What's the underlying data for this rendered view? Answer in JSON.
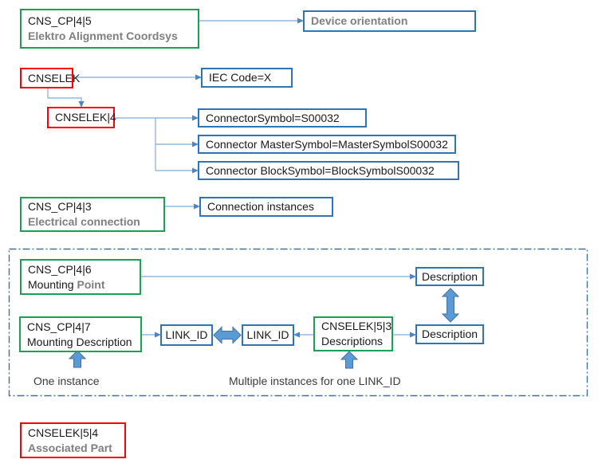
{
  "colors": {
    "green_border": "#17a353",
    "red_border": "#fe0000",
    "blue_border": "#2e75b6",
    "connector_line": "#93b9e0",
    "arrowhead": "#4a86c8",
    "thick_arrow_fill": "#5b9bd5",
    "thick_arrow_stroke": "#41719c",
    "gray_text": "#7f7f7f"
  },
  "nodes": {
    "coordsys": {
      "line1": "CNS_CP|4|5",
      "line2": "Elektro Alignment Coordsys"
    },
    "device_orientation": {
      "label": "Device orientation"
    },
    "cnselek": {
      "label": "CNSELEK"
    },
    "iec_code": {
      "label": "IEC Code=X"
    },
    "cnselek4": {
      "label": "CNSELEK|4"
    },
    "connector_symbol": {
      "label": "ConnectorSymbol=S00032"
    },
    "connector_master_symbol": {
      "label": "Connector MasterSymbol=MasterSymbolS00032"
    },
    "connector_block_symbol": {
      "label": "Connector BlockSymbol=BlockSymbolS00032"
    },
    "electrical_connection": {
      "line1": "CNS_CP|4|3",
      "line2": "Electrical connection"
    },
    "connection_instances": {
      "label": "Connection instances"
    },
    "mounting_point": {
      "line1": "CNS_CP|4|6",
      "line2_black": "Mounting ",
      "line2_gray": "Point"
    },
    "description_top": {
      "label": "Description"
    },
    "mounting_description": {
      "line1": "CNS_CP|4|7",
      "line2": "Mounting Description"
    },
    "link_id_left": {
      "label": "LINK_ID"
    },
    "link_id_right": {
      "label": "LINK_ID"
    },
    "cnselek53": {
      "line1": "CNSELEK|5|3",
      "line2": "Descriptions"
    },
    "description_bottom": {
      "label": "Description"
    },
    "associated_part": {
      "line1": "CNSELEK|5|4",
      "line2": "Associated Part"
    }
  },
  "annotations": {
    "one_instance": "One instance",
    "multiple_instances": "Multiple instances for one LINK_ID"
  }
}
